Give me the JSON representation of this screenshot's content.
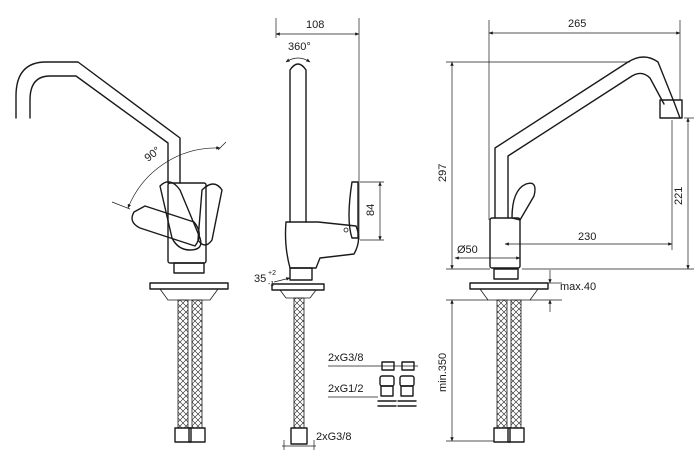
{
  "dimensions": {
    "width_top": "108",
    "rotation": "360°",
    "lever_angle": "90°",
    "lever_height": "84",
    "angle_tol": "35",
    "tol_plus": "+2",
    "tol_minus": "-1",
    "overall_width": "265",
    "overall_height": "297",
    "outlet_height": "221",
    "reach": "230",
    "base_diameter": "Ø50",
    "deck_max": "max.40",
    "hose_length": "min.350"
  },
  "connections": {
    "g38_top": "2xG3/8",
    "g12": "2xG1/2",
    "g38_bottom": "2xG3/8"
  }
}
